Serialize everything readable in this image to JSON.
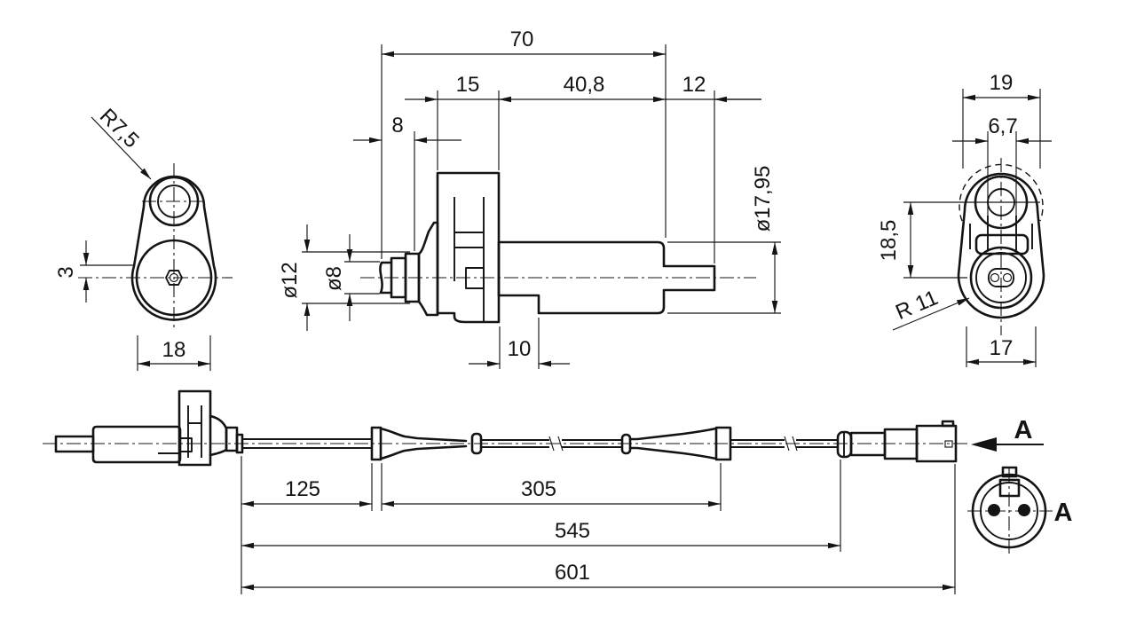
{
  "colors": {
    "ink": "#141414",
    "background": "#ffffff"
  },
  "views": {
    "front": {
      "title": "front-view",
      "dims": {
        "lobe_radius": "R7,5",
        "pole_offset": "3",
        "boss_width": "18"
      }
    },
    "side": {
      "title": "side-view",
      "dims": {
        "overall_length": "70",
        "flange_length": "15",
        "body_length": "40,8",
        "stub_length": "12",
        "tip_length": "8",
        "tip_dia": "ø8",
        "collar_dia": "ø12",
        "body_dia": "ø17,95",
        "notch_length": "10"
      }
    },
    "rear": {
      "title": "rear-view",
      "dims": {
        "top_width": "19",
        "hole_dia": "6,7",
        "center_distance": "18,5",
        "bottom_radius": "R 11",
        "bottom_width": "17"
      }
    },
    "assembly": {
      "title": "cable-assembly-view",
      "dims": {
        "segment_1": "125",
        "segment_2": "305",
        "segment_3": "545",
        "overall_length": "601"
      },
      "view_arrow_label": "A",
      "connector_view_label": "A"
    }
  }
}
